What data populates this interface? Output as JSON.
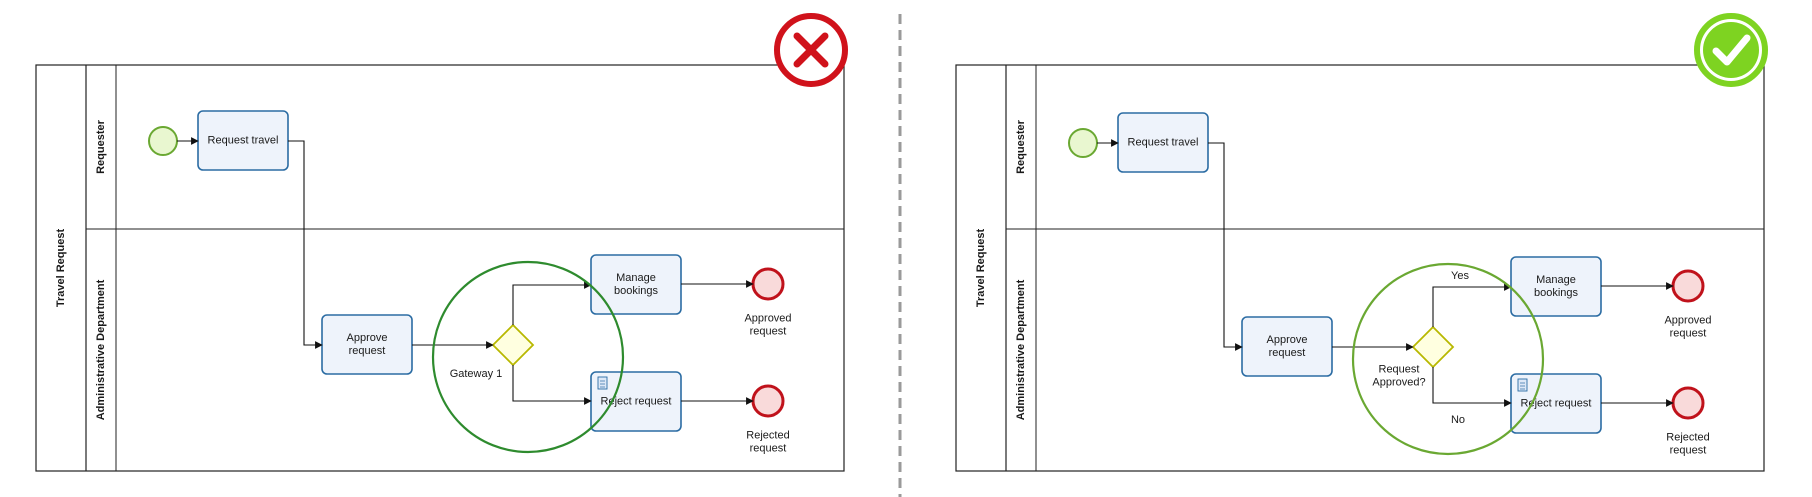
{
  "diagrams": [
    {
      "verdict": "incorrect",
      "verdict_icon": "cross-icon",
      "verdict_color": "#d0121b",
      "pool_label": "Travel Request",
      "lanes": [
        "Requester",
        "Administrative Department"
      ],
      "start_label": "",
      "task_request_travel": [
        "Request travel"
      ],
      "task_approve": [
        "Approve",
        "request"
      ],
      "task_manage": [
        "Manage",
        "bookings"
      ],
      "task_reject": [
        "Reject request"
      ],
      "end_approved": [
        "Approved",
        "request"
      ],
      "end_rejected": [
        "Rejected",
        "request"
      ],
      "gateway_label": [
        "Gateway 1"
      ],
      "flow_yes": "",
      "flow_no": "",
      "highlight_color": "#2e8b2e"
    },
    {
      "verdict": "correct",
      "verdict_icon": "check-icon",
      "verdict_color": "#7ed321",
      "pool_label": "Travel Request",
      "lanes": [
        "Requester",
        "Administrative Department"
      ],
      "start_label": "",
      "task_request_travel": [
        "Request travel"
      ],
      "task_approve": [
        "Approve",
        "request"
      ],
      "task_manage": [
        "Manage",
        "bookings"
      ],
      "task_reject": [
        "Reject request"
      ],
      "end_approved": [
        "Approved",
        "request"
      ],
      "end_rejected": [
        "Rejected",
        "request"
      ],
      "gateway_label": [
        "Request",
        "Approved?"
      ],
      "flow_yes": "Yes",
      "flow_no": "No",
      "highlight_color": "#6aa832"
    }
  ],
  "colors": {
    "task_fill": "#eef3fb",
    "task_stroke": "#2b6ca3",
    "start_fill": "#e9f7d0",
    "start_stroke": "#6aa832",
    "end_fill": "#f9dada",
    "end_stroke": "#c0121b",
    "gateway_fill": "#ffffe0",
    "gateway_stroke": "#b8b800",
    "divider": "#9a9a9a"
  }
}
